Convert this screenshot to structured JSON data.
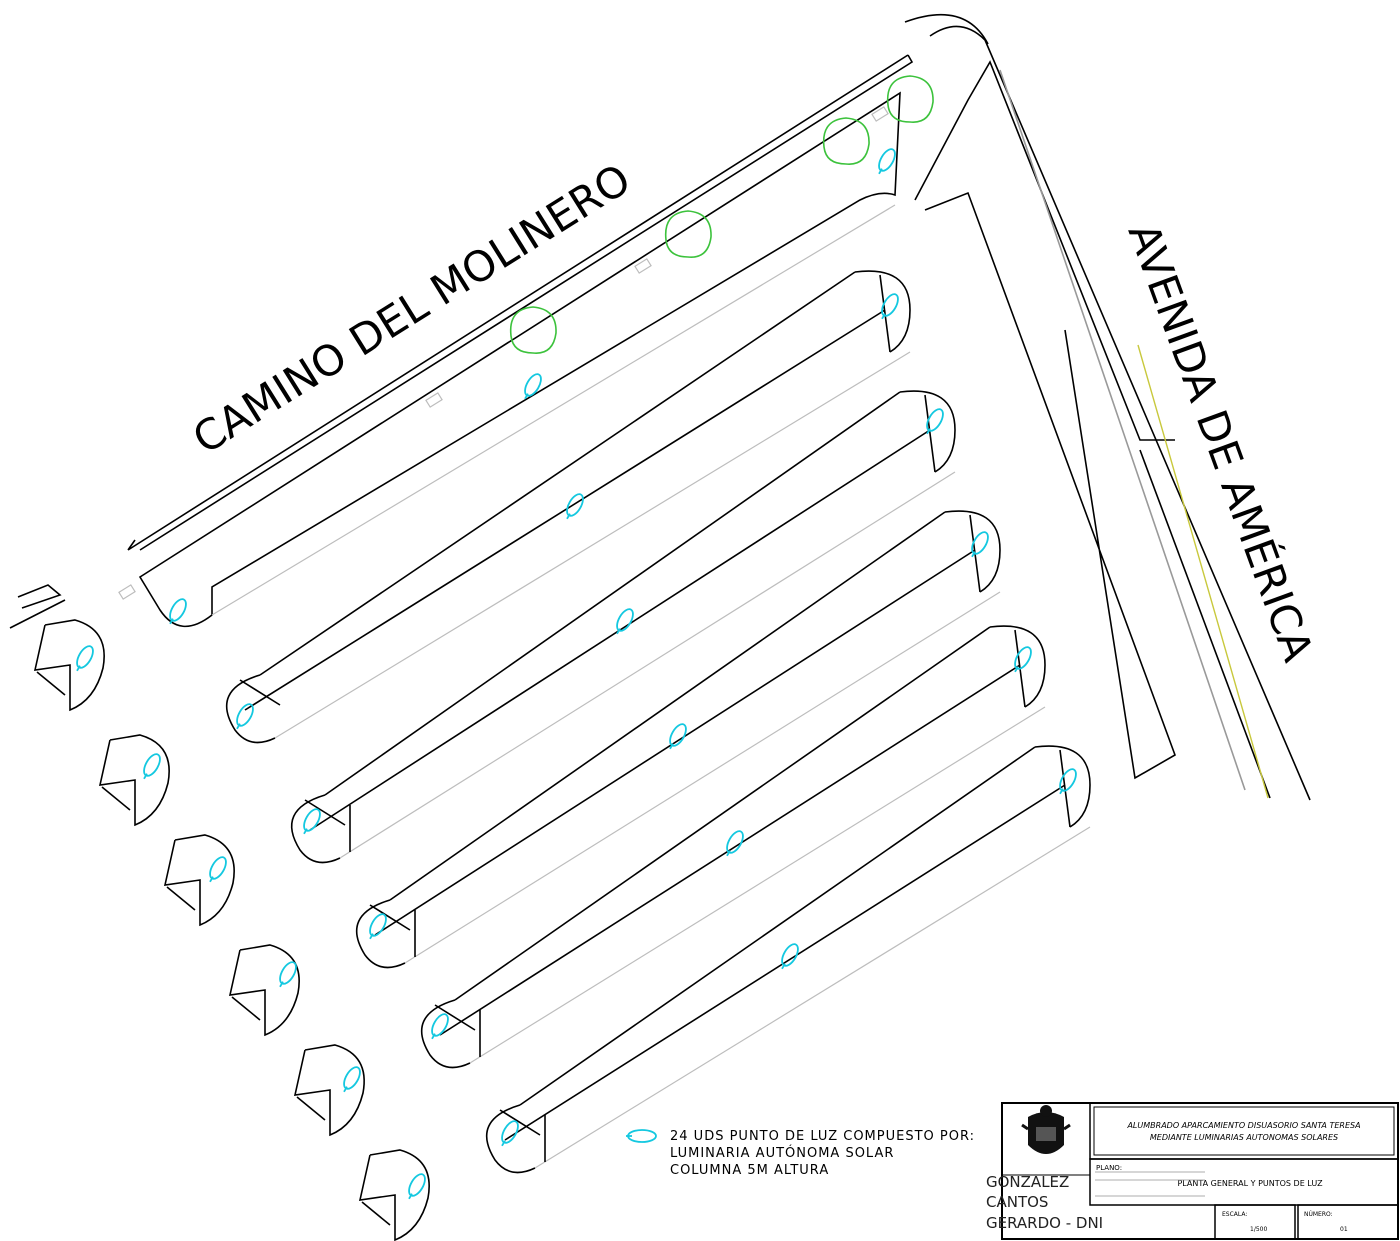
{
  "streets": {
    "north": "CAMINO DEL MOLINERO",
    "east": "AVENIDA DE AMÉRICA"
  },
  "legend": {
    "line1": "24 UDS PUNTO DE LUZ COMPUESTO POR:",
    "line2": "LUMINARIA AUTÓNOMA SOLAR",
    "line3": "COLUMNA 5M ALTURA"
  },
  "title_block": {
    "project_line1": "ALUMBRADO APARCAMIENTO DISUASORIO SANTA TERESA",
    "project_line2": "MEDIANTE LUMINARIAS AUTONOMAS SOLARES",
    "plano_label": "PLANO:",
    "plano_title": "PLANTA GENERAL Y PUNTOS DE LUZ",
    "escala_label": "ESCALA:",
    "escala_value": "1/500",
    "numero_label": "NÚMERO:",
    "numero_value": "01"
  },
  "signature": {
    "line1": "GONZALEZ",
    "line2": "CANTOS",
    "line3": "GERARDO - DNI"
  },
  "colors": {
    "lines": "#000000",
    "luminaire": "#14c8e0",
    "tree": "#3cc23c",
    "light_lines": "#bdbdbd"
  },
  "icons": {
    "luminaire": "luminaire-icon",
    "tree": "tree-icon",
    "crest": "crest-icon"
  }
}
